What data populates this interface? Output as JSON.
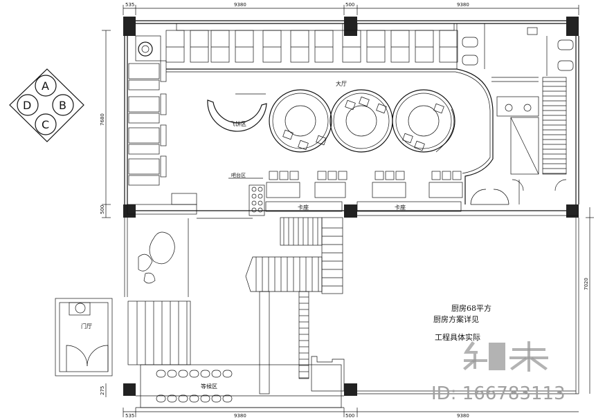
{
  "dimensions": {
    "top": [
      "535",
      "9380",
      "500",
      "9380"
    ],
    "bottom": [
      "535",
      "9380",
      "500",
      "9380"
    ],
    "left": [
      "7680",
      "500"
    ],
    "left_lower": "275",
    "right": "7020"
  },
  "compass": [
    "A",
    "B",
    "C",
    "D"
  ],
  "rooms": {
    "hall": "大厅",
    "private_room": "飞饼区",
    "booth_left": "卡座",
    "booth_right": "卡座",
    "lobby": "门厅",
    "waiting": "等候区",
    "counter": "吧台区"
  },
  "notes": {
    "line1": "厨房68平方",
    "line2": "厨房方案详见",
    "line3": "工程具体实际"
  },
  "watermark": {
    "logo": "知末",
    "id": "ID: 166783113"
  }
}
